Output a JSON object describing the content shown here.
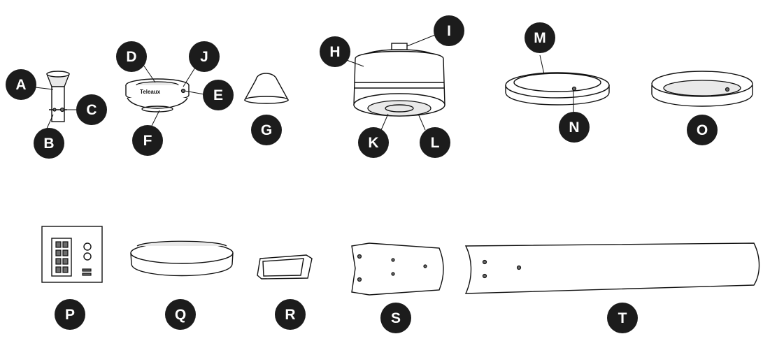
{
  "parts": [
    {
      "id": "A",
      "label": "A"
    },
    {
      "id": "B",
      "label": "B"
    },
    {
      "id": "C",
      "label": "C"
    },
    {
      "id": "D",
      "label": "D"
    },
    {
      "id": "E",
      "label": "E"
    },
    {
      "id": "F",
      "label": "F"
    },
    {
      "id": "G",
      "label": "G"
    },
    {
      "id": "H",
      "label": "H"
    },
    {
      "id": "I",
      "label": "I"
    },
    {
      "id": "J",
      "label": "J"
    },
    {
      "id": "K",
      "label": "K"
    },
    {
      "id": "L",
      "label": "L"
    },
    {
      "id": "M",
      "label": "M"
    },
    {
      "id": "N",
      "label": "N"
    },
    {
      "id": "O",
      "label": "O"
    },
    {
      "id": "P",
      "label": "P"
    },
    {
      "id": "Q",
      "label": "Q"
    },
    {
      "id": "R",
      "label": "R"
    },
    {
      "id": "S",
      "label": "S"
    },
    {
      "id": "T",
      "label": "T"
    }
  ],
  "canopy_brand_text": "Teleaux"
}
